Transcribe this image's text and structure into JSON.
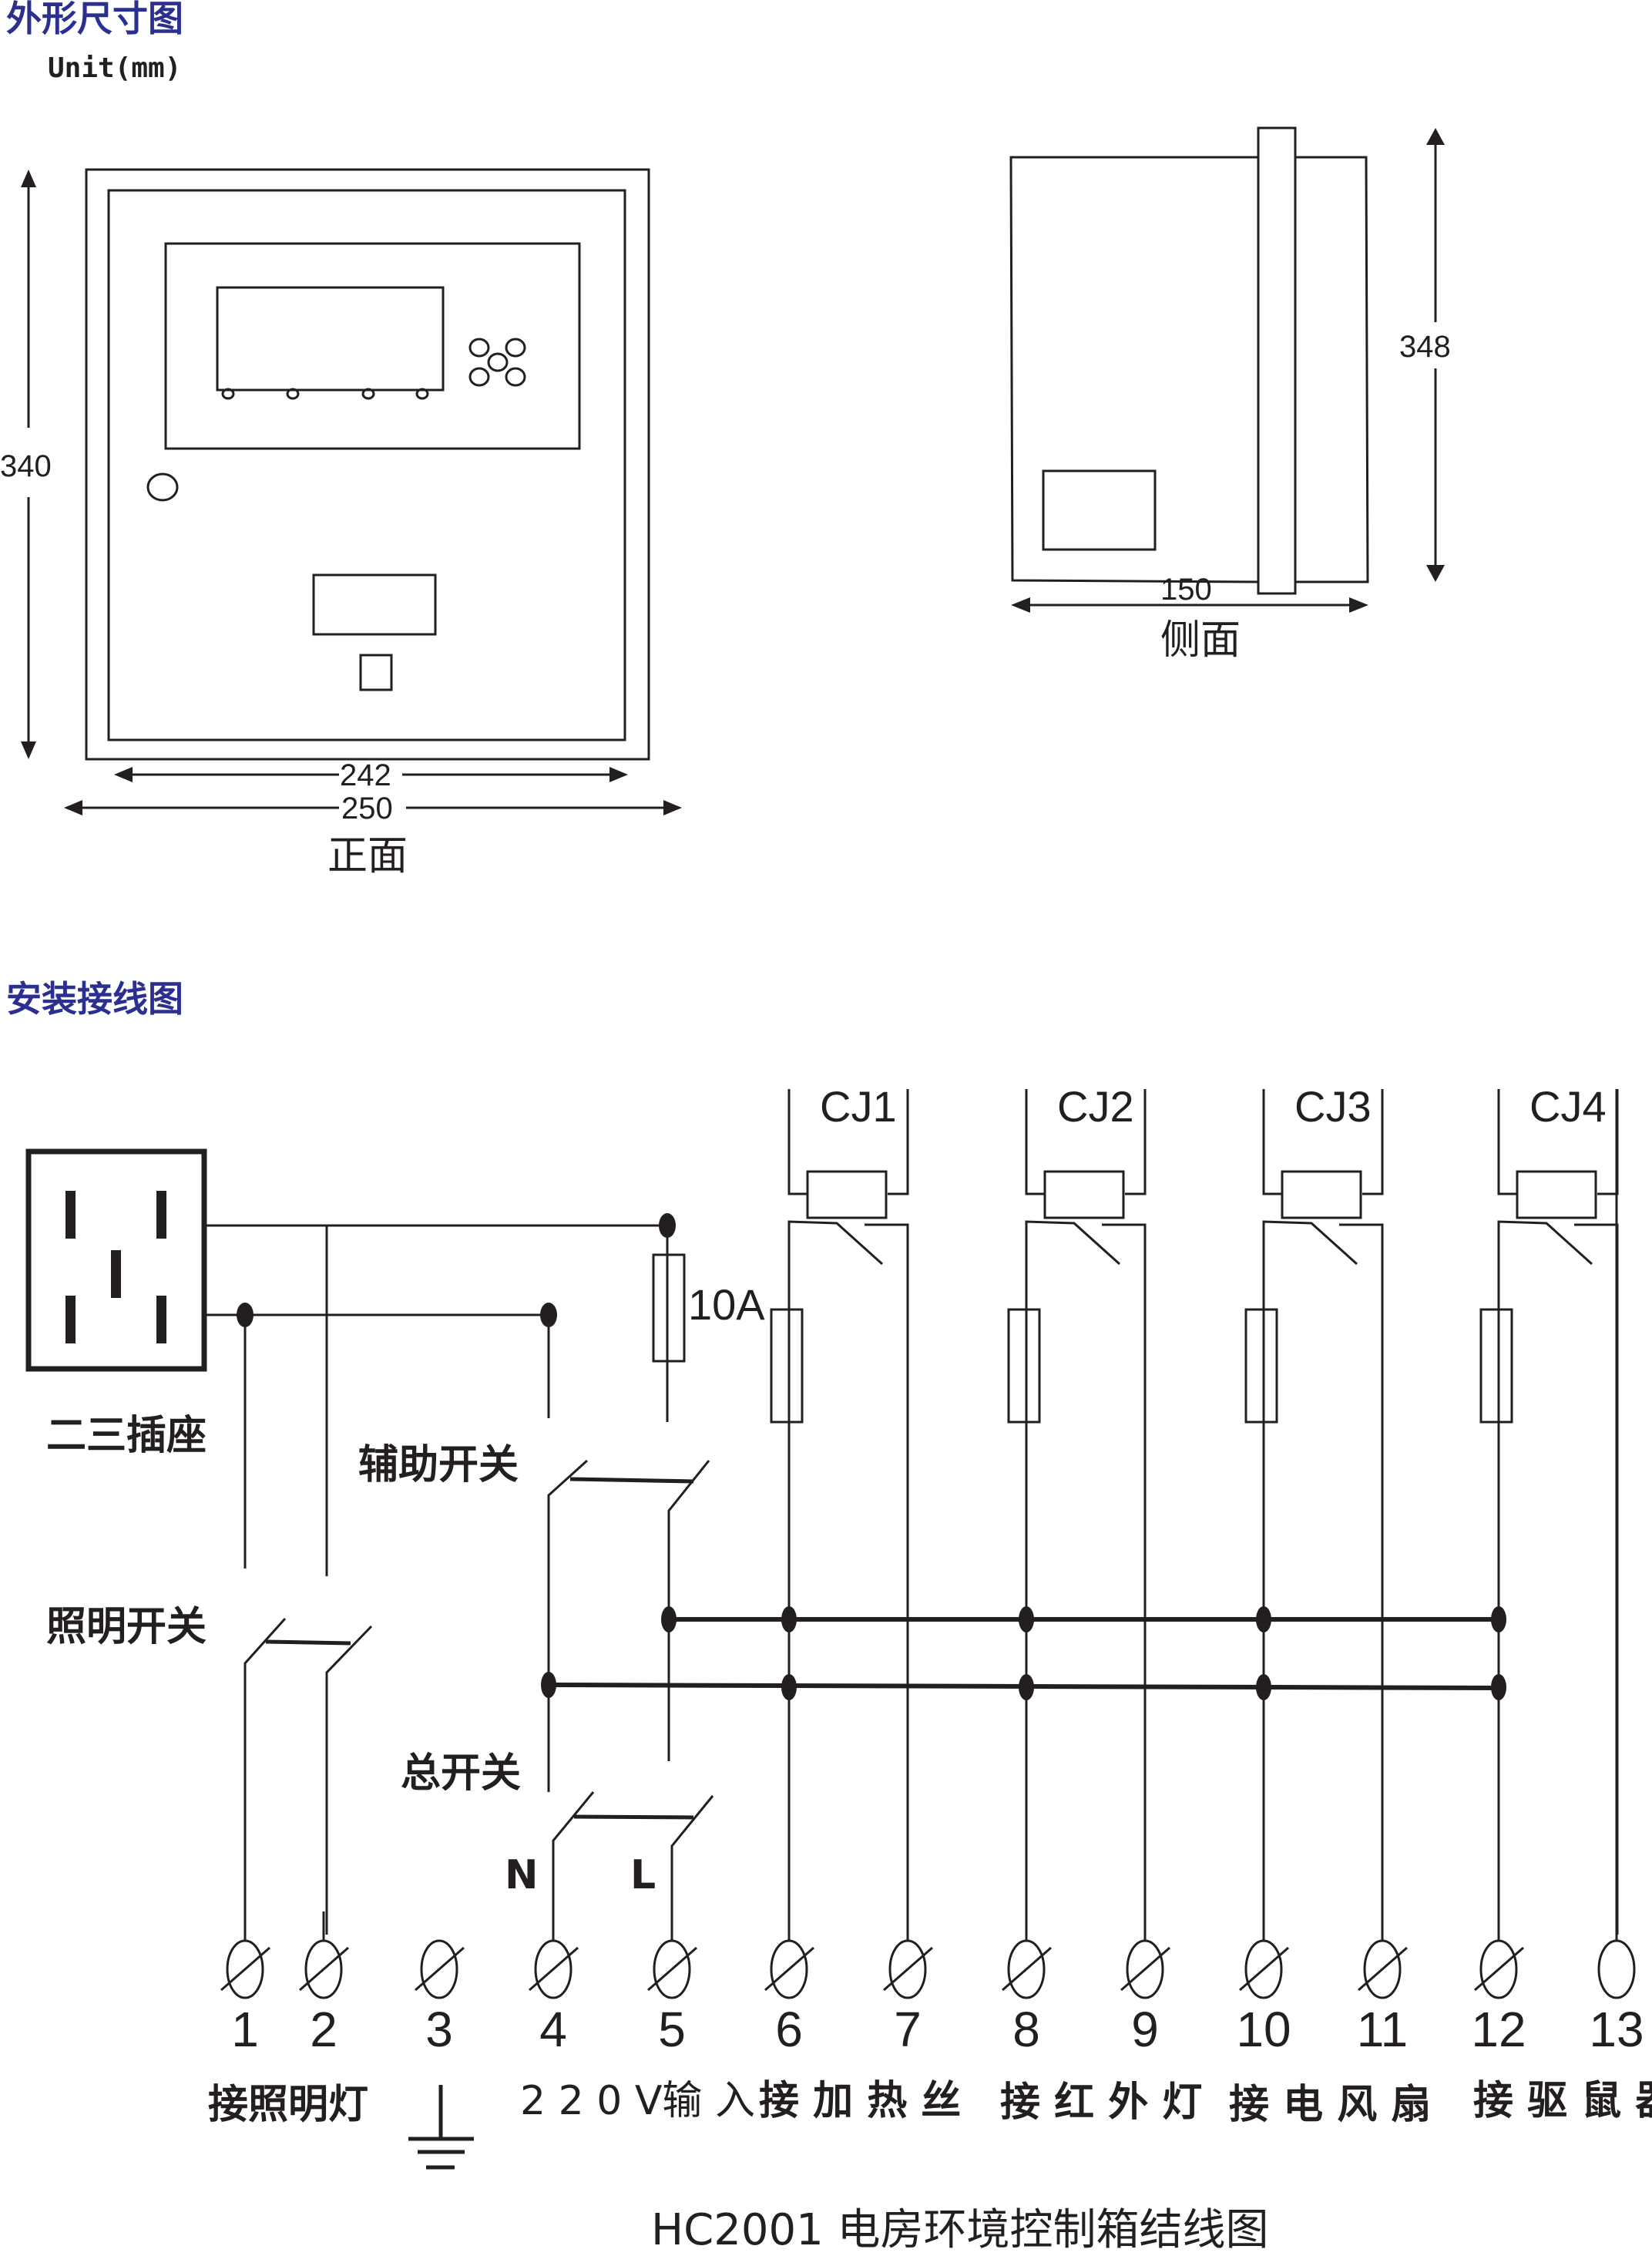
{
  "sections": {
    "dimensions_title": "外形尺寸图",
    "unit_label": "Unit(mm)",
    "wiring_title": "安装接线图"
  },
  "front_view": {
    "label": "正面",
    "height_dim": "340",
    "inner_width_dim": "242",
    "outer_width_dim": "250"
  },
  "side_view": {
    "label": "侧面",
    "height_dim": "348",
    "depth_dim": "150"
  },
  "wiring": {
    "socket_label": "二三插座",
    "fuse_main_label": "10A",
    "aux_switch_label": "辅助开关",
    "light_switch_label": "照明开关",
    "main_switch_label": "总开关",
    "neutral_label": "N",
    "live_label": "L",
    "contactors": [
      "CJ1",
      "CJ2",
      "CJ3",
      "CJ4"
    ],
    "terminals": [
      "1",
      "2",
      "3",
      "4",
      "5",
      "6",
      "7",
      "8",
      "9",
      "10",
      "11",
      "12",
      "13"
    ],
    "terminal_groups": [
      {
        "label": "接照明灯"
      },
      {
        "label": "ground-symbol"
      },
      {
        "label": "2 2 0 V输 入"
      },
      {
        "label": "接 加 热 丝"
      },
      {
        "label": "接 红 外 灯"
      },
      {
        "label": "接 电 风 扇"
      },
      {
        "label": "接 驱 鼠 器"
      }
    ],
    "diagram_title": "HC2001 电房环境控制箱结线图"
  },
  "colors": {
    "section_title": "#2b2f8f",
    "line": "#231f20",
    "background": "#ffffff"
  }
}
